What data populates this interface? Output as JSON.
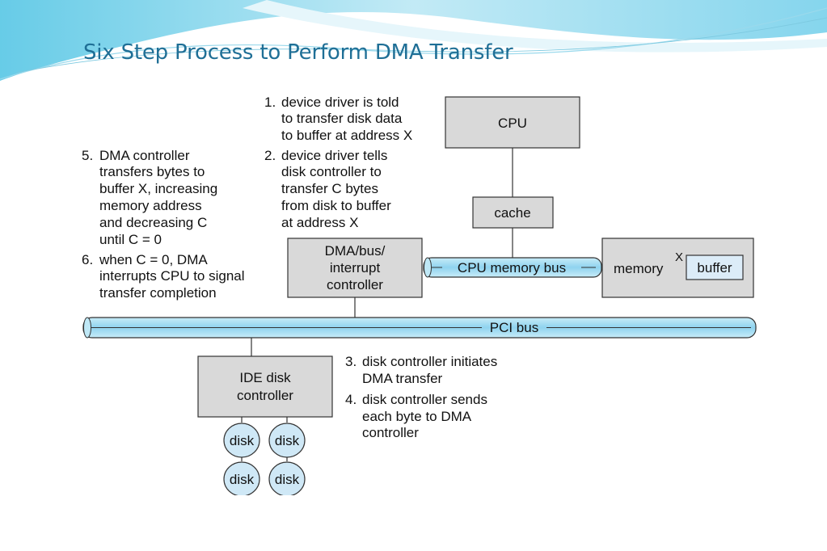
{
  "slide": {
    "title": "Six Step Process to Perform DMA Transfer"
  },
  "diagram": {
    "components": {
      "cpu": "CPU",
      "cache": "cache",
      "dma_controller": [
        "DMA/bus/",
        "interrupt",
        "controller"
      ],
      "memory": "memory",
      "memory_marker": "X",
      "buffer": "buffer",
      "ide_controller": [
        "IDE disk",
        "controller"
      ],
      "disks": [
        "disk",
        "disk",
        "disk",
        "disk"
      ]
    },
    "buses": {
      "cpu_memory_bus": "CPU memory bus",
      "pci_bus": "PCI bus"
    },
    "steps": [
      {
        "number": "1.",
        "lines": [
          "device driver is told",
          "to transfer disk data",
          "to buffer at address X"
        ]
      },
      {
        "number": "2.",
        "lines": [
          "device driver tells",
          "disk controller to",
          "transfer C bytes",
          "from disk to buffer",
          "at address X"
        ]
      },
      {
        "number": "3.",
        "lines": [
          "disk controller initiates",
          "DMA transfer"
        ]
      },
      {
        "number": "4.",
        "lines": [
          "disk controller sends",
          "each byte to DMA",
          "controller"
        ]
      },
      {
        "number": "5.",
        "lines": [
          "DMA controller",
          "transfers bytes to",
          "buffer X, increasing",
          "memory address",
          "and decreasing C",
          "until C = 0"
        ]
      },
      {
        "number": "6.",
        "lines": [
          "when C = 0, DMA",
          "interrupts CPU to signal",
          "transfer completion"
        ]
      }
    ]
  }
}
